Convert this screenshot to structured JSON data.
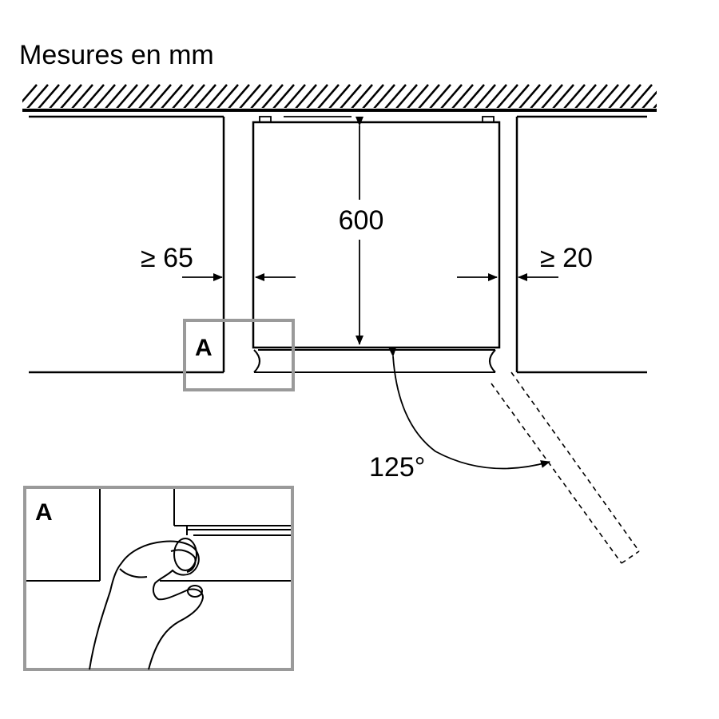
{
  "title": "Mesures en mm",
  "dimensions": {
    "depth": "600",
    "left_clearance": "≥ 65",
    "right_clearance": "≥ 20",
    "door_angle": "125°"
  },
  "callouts": {
    "detail_marker": "A",
    "detail_panel": "A"
  },
  "colors": {
    "line": "#000000",
    "detail_frame": "#9a9a9a",
    "background": "#ffffff"
  }
}
